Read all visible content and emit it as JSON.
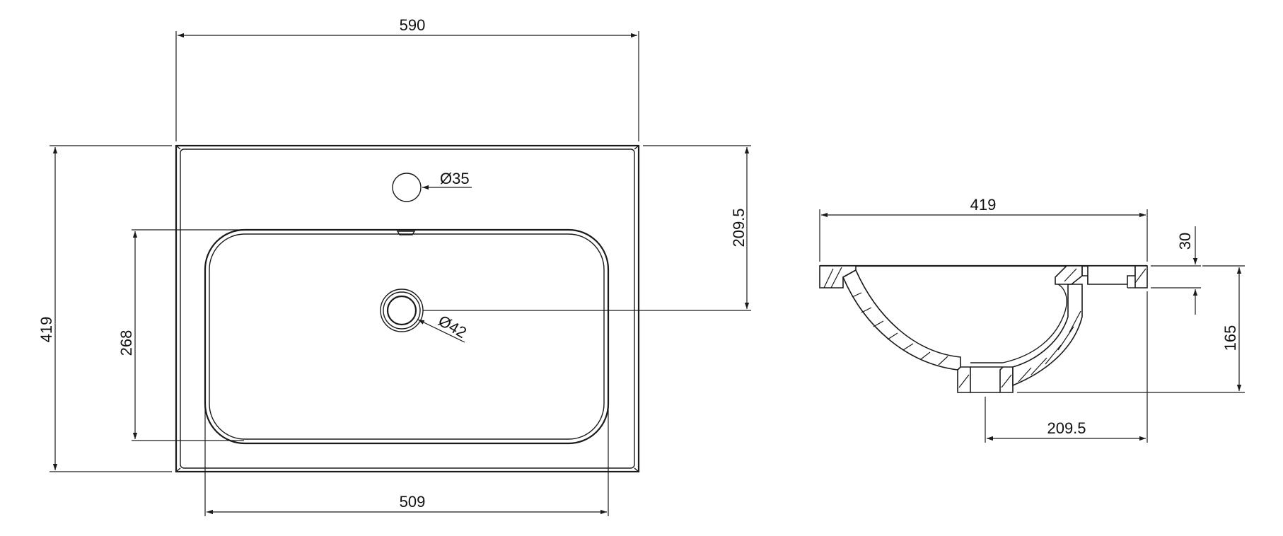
{
  "plan_view": {
    "overall_width": "590",
    "overall_depth": "419",
    "basin_width": "509",
    "basin_depth": "268",
    "tap_hole_offset": "209.5",
    "tap_hole_diameter": "Ø35",
    "drain_diameter": "Ø42"
  },
  "section_view": {
    "depth": "419",
    "rim_thickness": "30",
    "total_height": "165",
    "drain_offset": "209.5"
  }
}
